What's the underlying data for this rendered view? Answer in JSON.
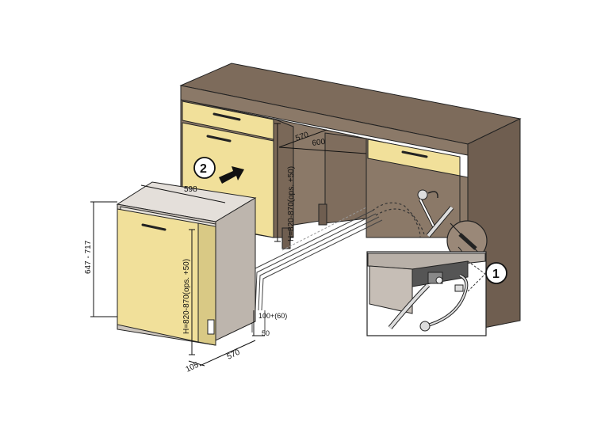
{
  "colors": {
    "cabinet_body": "#8b7968",
    "cabinet_top": "#7d6b5b",
    "cabinet_side": "#6f5e50",
    "cabinet_front": "#f1e09a",
    "dishwasher_body": "#cbc4bc",
    "dishwasher_side": "#bdb5ad",
    "dishwasher_top": "#e4dfda",
    "floor_line": "#999999",
    "line": "#222222",
    "inset_bg": "#e9e9e9"
  },
  "icons": [
    "push-arrow-icon",
    "water-tap-icon",
    "hose-icon",
    "drain-hose-icon"
  ],
  "labels": {
    "dim_width_598": "598",
    "dim_height_647_717": "647 - 717",
    "dim_h_dishwasher": "H=820-870(ops. +50)",
    "dim_h_niche": "H=820-870(ops. +50)",
    "dim_depth_570": "570",
    "dim_width_600": "600",
    "dim_105": "105",
    "dim_570_bottom": "570",
    "dim_50": "50",
    "dim_100_60": "100+(60)",
    "step_1": "1",
    "step_2": "2"
  }
}
